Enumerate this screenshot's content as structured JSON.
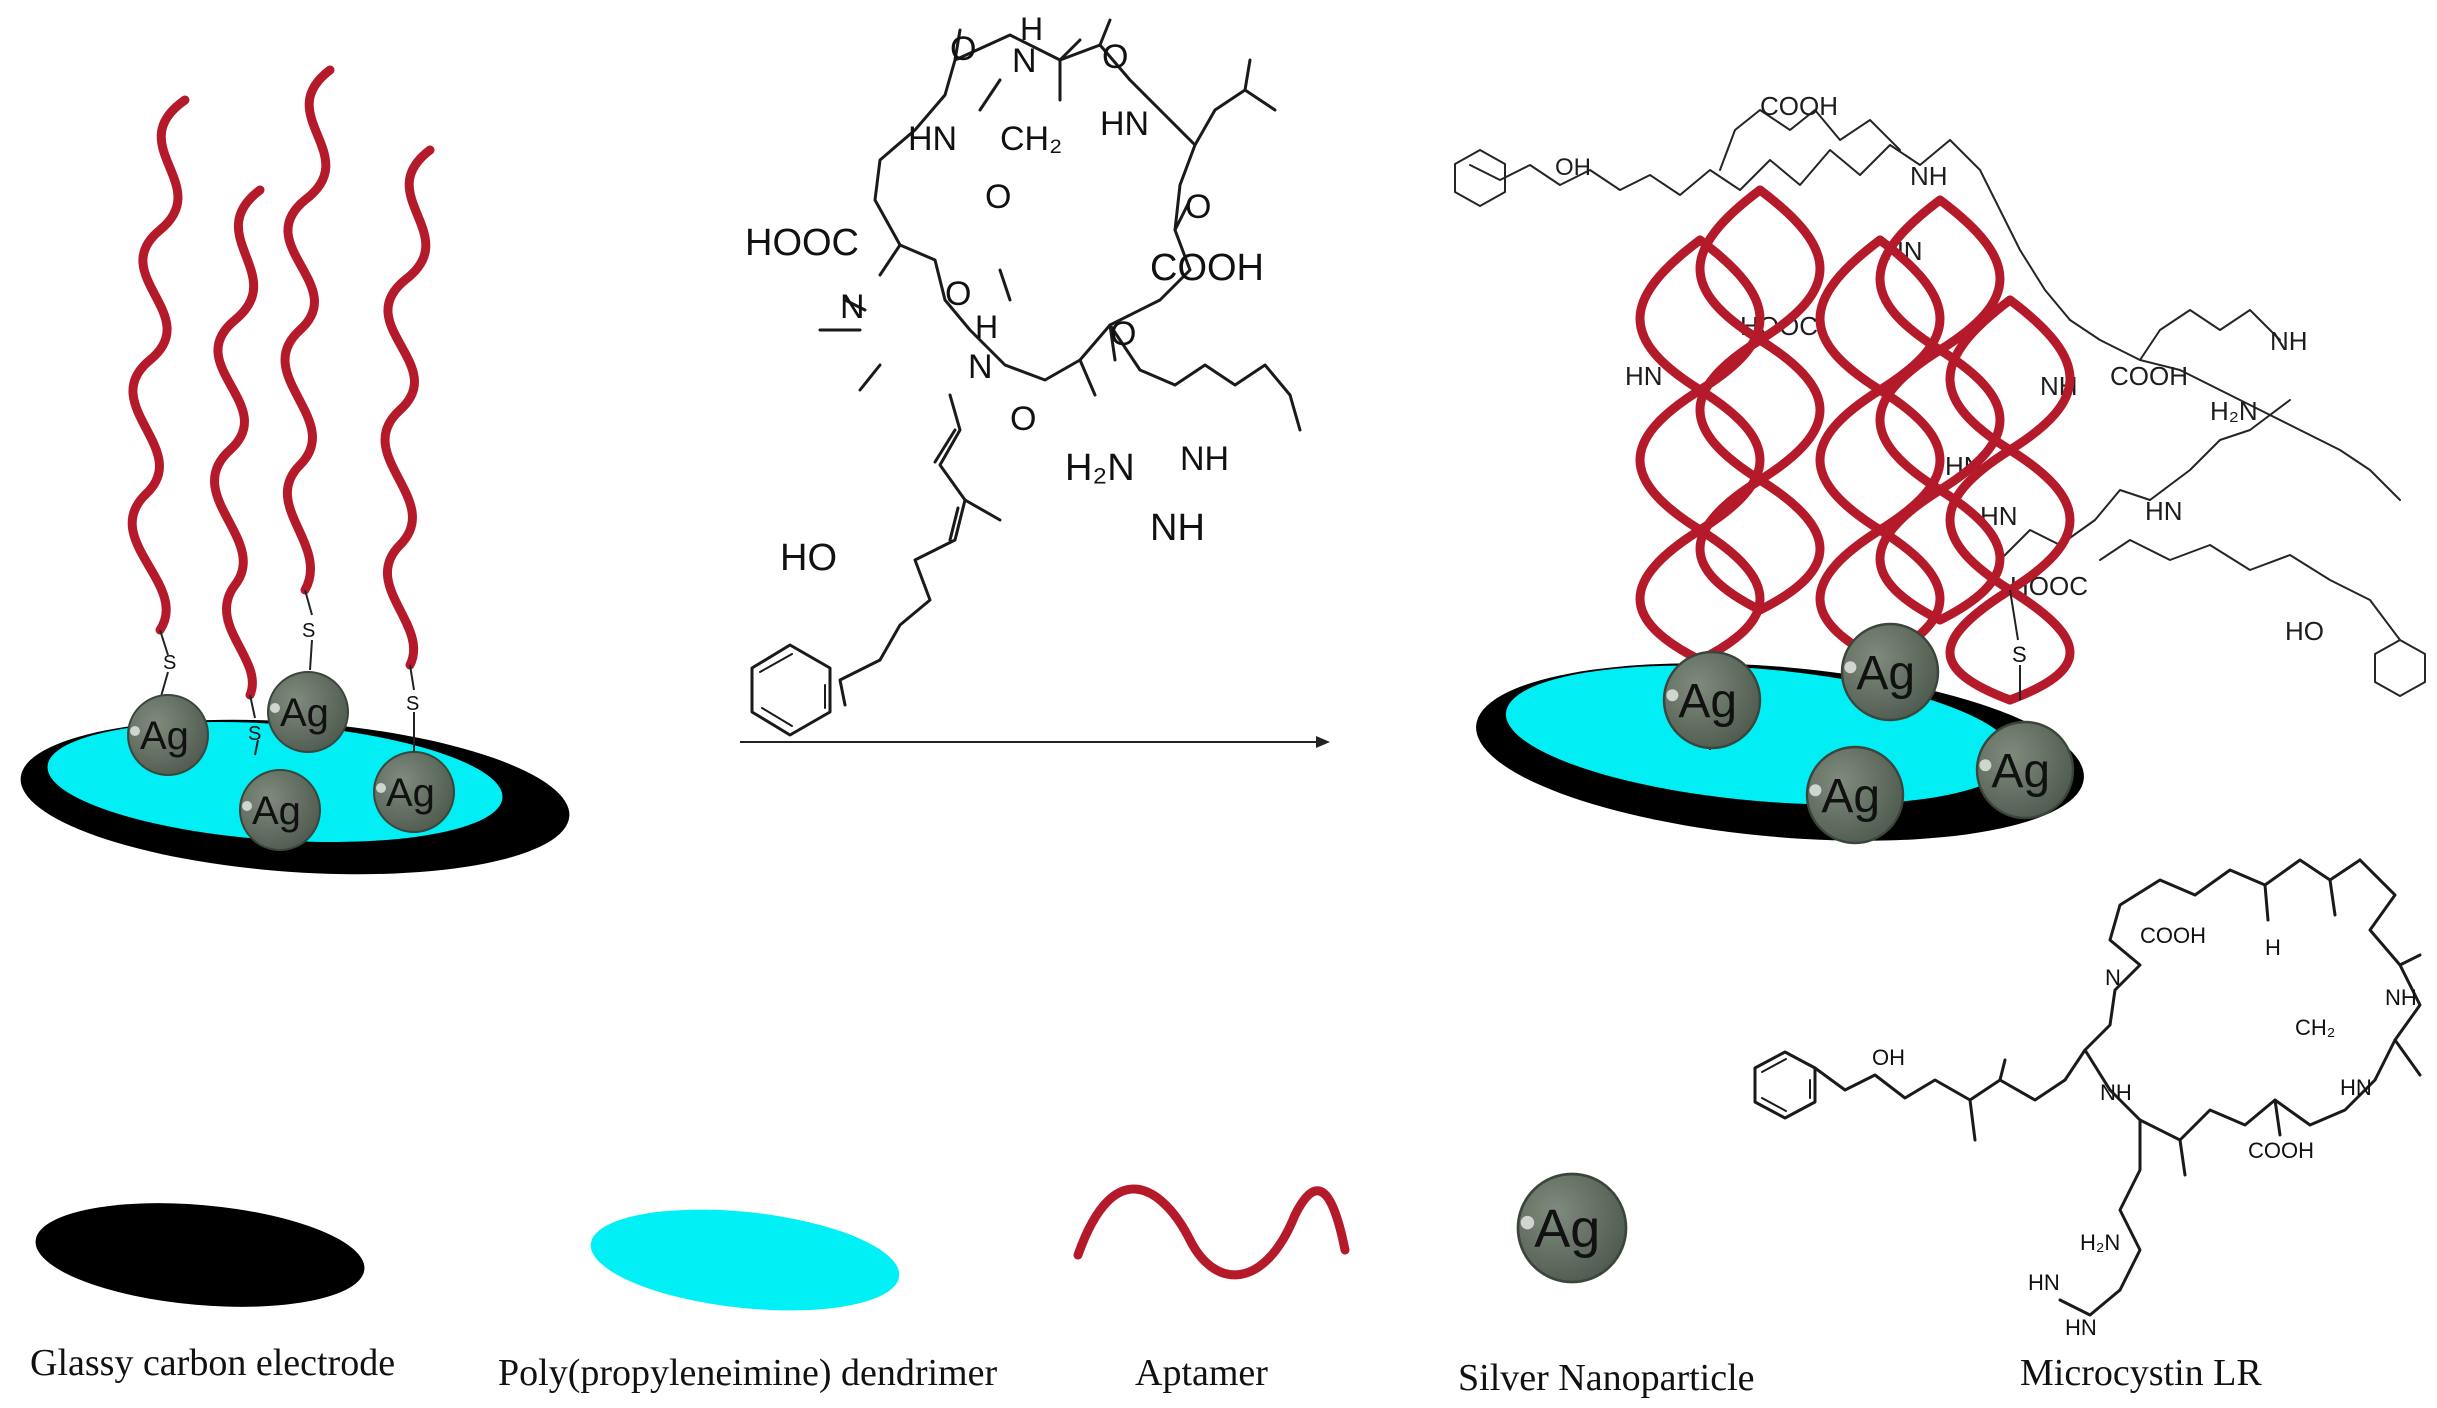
{
  "legend": {
    "glassy_carbon": "Glassy carbon electrode",
    "dendrimer": "Poly(propyleneimine) dendrimer",
    "aptamer": "Aptamer",
    "silver": "Silver Nanoparticle",
    "microcystin": "Microcystin LR"
  },
  "labels": {
    "ag": "Ag",
    "s": "S"
  },
  "molecule": {
    "NH": "NH",
    "HN": "HN",
    "H": "H",
    "N": "N",
    "O": "O",
    "CH2": "CH₂",
    "HOOC": "HOOC",
    "COOH": "COOH",
    "H2N": "H₂N",
    "NH_ring": "NH",
    "HO": "HO",
    "OH": "OH"
  },
  "colors": {
    "electrode": "#000000",
    "dendrimer": "#00f0f5",
    "aptamer": "#b51a2a",
    "silver": "#5f6d5e"
  }
}
